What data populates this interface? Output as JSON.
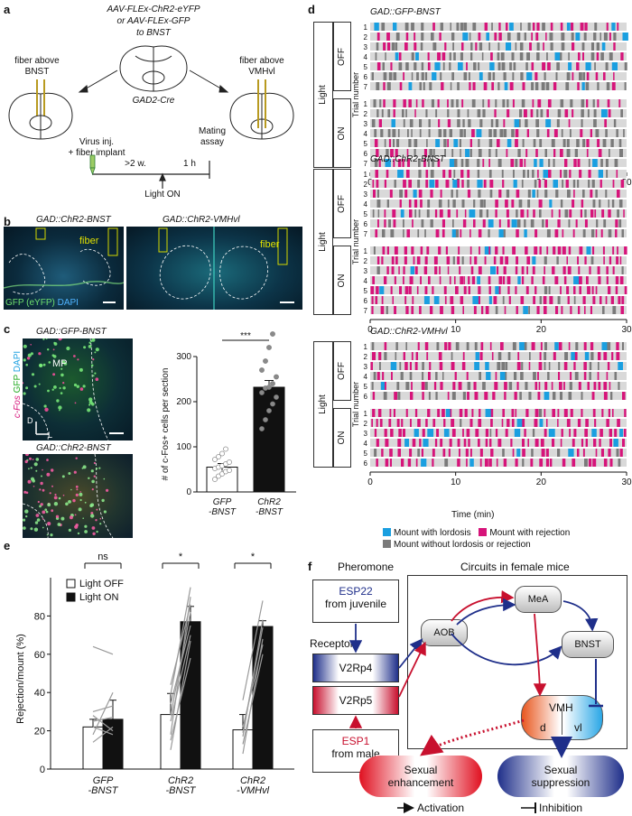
{
  "panels": {
    "a": "a",
    "b": "b",
    "c": "c",
    "d": "d",
    "e": "e",
    "f": "f"
  },
  "a": {
    "virus_line1": "AAV-FLEx-ChR2-eYFP",
    "virus_line2": "or AAV-FLEx-GFP",
    "virus_line3": "to BNST",
    "mouse": "GAD2-Cre",
    "left_fiber": "fiber above\nBNST",
    "right_fiber": "fiber above\nVMHvl",
    "tl_virus": "Virus inj.\n+ fiber implant",
    "tl_mating": "Mating\nassay",
    "tl_gap1": ">2 w.",
    "tl_gap2": "1 h",
    "tl_light": "Light ON"
  },
  "b": {
    "left_title": "GAD::ChR2-BNST",
    "right_title": "GAD::ChR2-VMHvl",
    "fiber": "fiber",
    "stain_gfp": "GFP (eYFP)",
    "stain_dapi": "DAPI"
  },
  "c": {
    "top_title": "GAD::GFP-BNST",
    "bottom_title": "GAD::ChR2-BNST",
    "mp": "MP",
    "d_label": "D",
    "l_label": "L",
    "stain_cfos": "c-Fos",
    "stain_gfp": "GFP",
    "stain_dapi": "DAPI",
    "sig": "***"
  },
  "d": {
    "groups": [
      {
        "title": "GAD::GFP-BNST",
        "off_trials": 7,
        "on_trials": 7
      },
      {
        "title": "GAD::ChR2-BNST",
        "off_trials": 7,
        "on_trials": 7
      },
      {
        "title": "GAD::ChR2-VMHvl",
        "off_trials": 6,
        "on_trials": 6
      }
    ],
    "light": "Light",
    "off": "OFF",
    "on": "ON",
    "ylabel": "Trial number",
    "xlabel": "Time (min)",
    "ticks": [
      "0",
      "10",
      "20",
      "30"
    ],
    "legend": {
      "lordosis": "Mount with lordosis",
      "rejection": "Mount with rejection",
      "neither": "Mount without lordosis or rejection"
    },
    "colors": {
      "lordosis": "#1a9fe0",
      "rejection": "#d6147a",
      "neither": "#7a7a7a",
      "track": "#d9d9d9"
    }
  },
  "f": {
    "pheromone": "Pheromone",
    "circuits": "Circuits in female mice",
    "esp22": "ESP22",
    "from_juvenile": "from juvenile",
    "receptor": "Receptor",
    "v2rp4": "V2Rp4",
    "v2rp5": "V2Rp5",
    "esp1": "ESP1",
    "from_male": "from male",
    "aob": "AOB",
    "mea": "MeA",
    "bnst": "BNST",
    "vmh": "VMH",
    "d": "d",
    "vl": "vl",
    "enh": "Sexual\nenhancement",
    "sup": "Sexual\nsuppression",
    "activation": "Activation",
    "inhibition": "Inhibition",
    "colors": {
      "blue": "#1f2f8a",
      "red": "#c8102e"
    }
  },
  "chart_data": [
    {
      "panel": "c",
      "type": "bar",
      "categories": [
        "GFP\n-BNST",
        "ChR2\n-BNST"
      ],
      "values": [
        55,
        232
      ],
      "errors": [
        8,
        15
      ],
      "ylabel": "# of c-Fos+ cells per section",
      "ylim": [
        0,
        300
      ],
      "yticks": [
        0,
        100,
        200,
        300
      ],
      "points": [
        [
          28,
          35,
          40,
          45,
          48,
          52,
          55,
          58,
          62,
          66,
          72,
          78,
          85,
          95
        ],
        [
          140,
          160,
          180,
          195,
          210,
          220,
          230,
          232,
          240,
          255,
          270,
          290,
          320,
          350
        ]
      ]
    },
    {
      "panel": "e",
      "type": "bar",
      "categories": [
        "GFP\n-BNST",
        "ChR2\n-BNST",
        "ChR2\n-VMHvl"
      ],
      "series": [
        {
          "name": "Light OFF",
          "values": [
            22,
            28.5,
            20.5
          ],
          "errors": [
            4,
            11,
            8
          ]
        },
        {
          "name": "Light ON",
          "values": [
            26,
            77,
            74.5
          ],
          "errors": [
            10,
            8,
            3
          ]
        }
      ],
      "ylabel": "Rejection/mount (%)",
      "ylim": [
        0,
        100
      ],
      "yticks": [
        0,
        20,
        40,
        60,
        80
      ],
      "significance": [
        "ns",
        "*",
        "*"
      ],
      "pairs": [
        [
          [
            14,
            22
          ],
          [
            18,
            40
          ],
          [
            22,
            18
          ],
          [
            25,
            27
          ],
          [
            28,
            20
          ],
          [
            30,
            33
          ],
          [
            64,
            60
          ]
        ],
        [
          [
            10,
            67
          ],
          [
            15,
            58
          ],
          [
            18,
            90
          ],
          [
            25,
            70
          ],
          [
            28,
            82
          ],
          [
            34,
            75
          ],
          [
            39,
            95
          ],
          [
            44,
            86
          ]
        ],
        [
          [
            8,
            68
          ],
          [
            13,
            60
          ],
          [
            17,
            78
          ],
          [
            19,
            74
          ],
          [
            22,
            65
          ],
          [
            36,
            88
          ]
        ]
      ]
    }
  ]
}
